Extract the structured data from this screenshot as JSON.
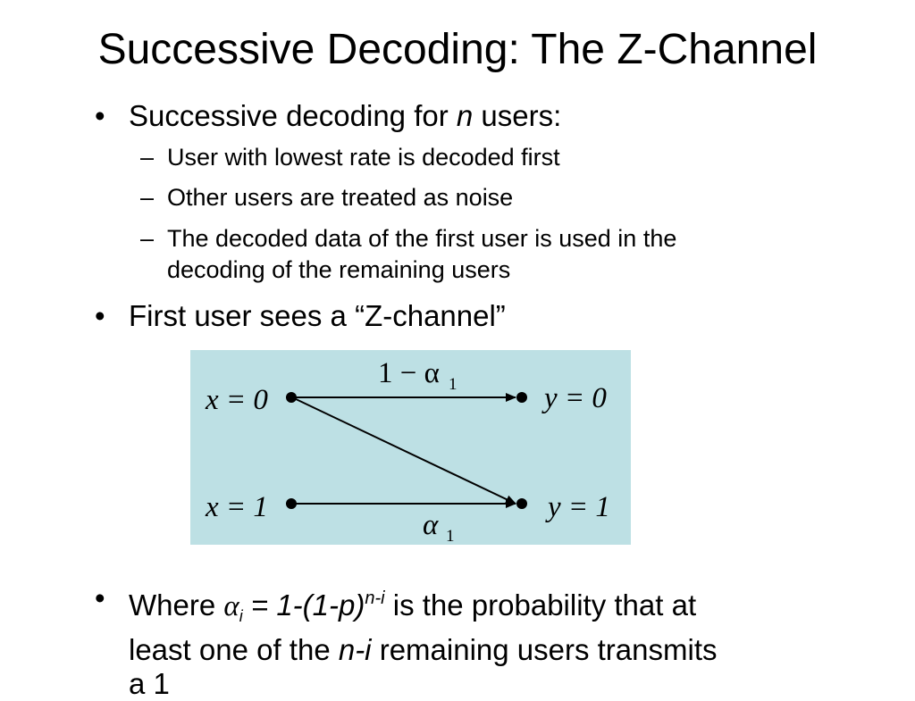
{
  "title": "Successive Decoding: The Z-Channel",
  "bullets": {
    "b1_pre": "Successive decoding for",
    "b1_var": "n",
    "b1_post": "users:",
    "sub1": "User with lowest rate is decoded first",
    "sub2": "Other users are treated as noise",
    "sub3_l1": "The decoded data of the first user is used in the",
    "sub3_l2": "decoding of the remaining users",
    "b2": "First user sees a “Z-channel”",
    "b3_pre": "Where",
    "b3_alpha": "α",
    "b3_i": "i",
    "b3_formula": "= 1-(1-p)",
    "b3_exp": "n-i",
    "b3_post": "is the probability that at",
    "b3_l2_pre": "least one of the",
    "b3_l2_var": "n-i",
    "b3_l2_post": "remaining users transmits",
    "b3_l3": "a 1"
  },
  "diagram": {
    "x0_label": "x = 0",
    "x1_label": "x = 1",
    "y0_label": "y = 0",
    "y1_label": "y = 1",
    "top_label": "1 − α",
    "top_sub": "1",
    "bottom_label": "α",
    "bottom_sub": "1"
  }
}
